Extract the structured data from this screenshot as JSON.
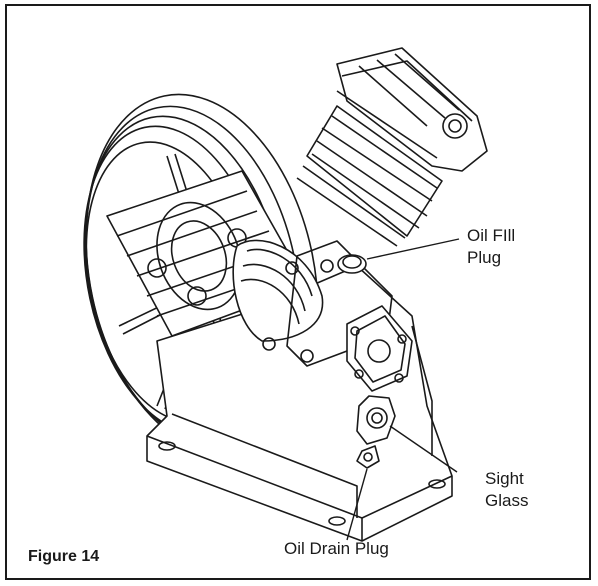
{
  "callouts": {
    "oil_fill": {
      "line1": "Oil FIll",
      "line2": "Plug"
    },
    "sight_glass": {
      "line1": "Sight",
      "line2": "Glass"
    },
    "oil_drain": {
      "line1": "Oil Drain Plug"
    }
  },
  "caption": "Figure 14",
  "stroke_color": "#1a1a1a",
  "body_fill": "#e6e6e6"
}
